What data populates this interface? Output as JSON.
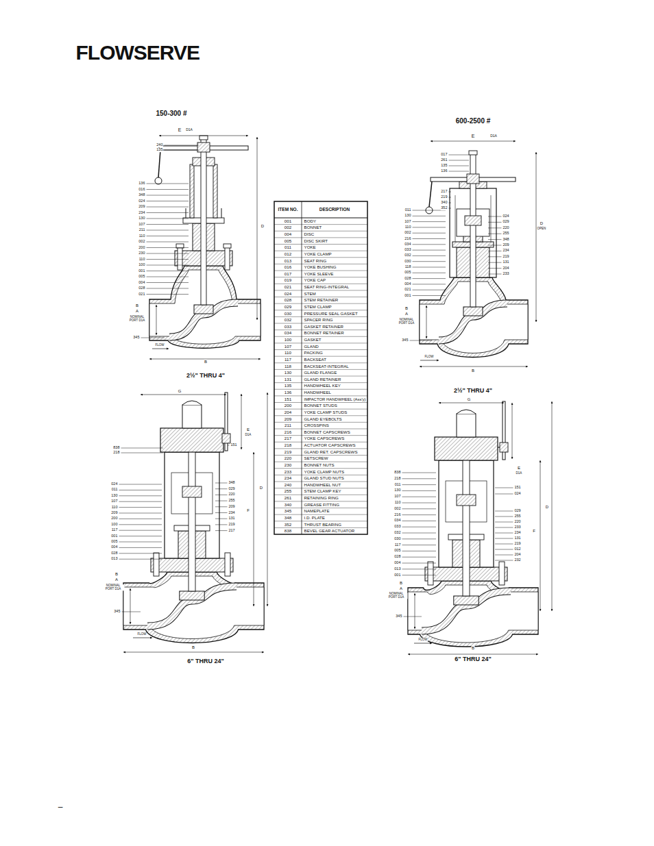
{
  "diagram": {
    "labels": [
      "FLOWSERVE",
      "150-300 #",
      "E",
      "D1A",
      "240",
      "135",
      "136",
      "016",
      "348",
      "024",
      "209",
      "234",
      "130",
      "107",
      "211",
      "110",
      "002",
      "200",
      "230",
      "110",
      "100",
      "001",
      "005",
      "004",
      "028",
      "021",
      "B",
      "A",
      "NOMINAL PORT D1A",
      "345",
      "FLOW",
      "B",
      "D",
      "2½\" THRU 4\"",
      "600-2500 #",
      "E",
      "D1A",
      "017",
      "261",
      "135",
      "136",
      "217",
      "219",
      "340",
      "352",
      "011",
      "130",
      "107",
      "110",
      "002",
      "216",
      "034",
      "033",
      "032",
      "030",
      "118",
      "005",
      "028",
      "004",
      "021",
      "001",
      "024",
      "029",
      "220",
      "255",
      "348",
      "209",
      "234",
      "219",
      "131",
      "204",
      "233",
      "D",
      "OPEN",
      "B",
      "A",
      "NOMINAL PORT D1A",
      "345",
      "FLOW",
      "B",
      "2½\" THRU 4\"",
      "G",
      "E",
      "D1A",
      "838",
      "218",
      "151",
      "024",
      "011",
      "130",
      "107",
      "110",
      "209",
      "200",
      "100",
      "117",
      "001",
      "005",
      "004",
      "028",
      "013",
      "348",
      "029",
      "220",
      "255",
      "209",
      "234",
      "131",
      "219",
      "217",
      "F",
      "D",
      "B",
      "A",
      "NOMINAL PORT D1A",
      "345",
      "FLOW",
      "B",
      "6\" THRU 24\"",
      "G",
      "E",
      "D1A",
      "838",
      "218",
      "011",
      "130",
      "107",
      "110",
      "002",
      "216",
      "034",
      "033",
      "032",
      "030",
      "117",
      "005",
      "028",
      "004",
      "013",
      "001",
      "151",
      "024",
      "029",
      "255",
      "220",
      "233",
      "234",
      "131",
      "219",
      "012",
      "204",
      "232",
      "D",
      "F",
      "B",
      "A",
      "NOMINAL PORT D1A",
      "345",
      "FLOW",
      "B",
      "6\" THRU 24\"",
      "ITEM NO.",
      "DESCRIPTION",
      "001",
      "BODY",
      "002",
      "BONNET",
      "004",
      "DISC",
      "005",
      "DISC SKIRT",
      "011",
      "YOKE",
      "012",
      "YOKE CLAMP",
      "013",
      "SEAT RING",
      "016",
      "YOKE BUSHING",
      "017",
      "YOKE SLEEVE",
      "019",
      "YOKE CAP",
      "021",
      "SEAT RING-INTEGRAL",
      "024",
      "STEM",
      "028",
      "STEM RETAINER",
      "029",
      "STEM CLAMP",
      "030",
      "PRESSURE SEAL GASKET",
      "032",
      "SPACER RING",
      "033",
      "GASKET RETAINER",
      "034",
      "BONNET RETAINER",
      "100",
      "GASKET",
      "107",
      "GLAND",
      "110",
      "PACKING",
      "117",
      "BACKSEAT",
      "118",
      "BACKSEAT-INTEGRAL",
      "130",
      "GLAND FLANGE",
      "131",
      "GLAND RETAINER",
      "135",
      "HANDWHEEL KEY",
      "136",
      "HANDWHEEL",
      "151",
      "IMPACTOR HANDWHEEL (Ass'y)",
      "200",
      "BONNET STUDS",
      "204",
      "YOKE CLAMP STUDS",
      "209",
      "GLAND EYEBOLTS",
      "211",
      "CROSSPINS",
      "216",
      "BONNET CAPSCREWS",
      "217",
      "YOKE CAPSCREWS",
      "218",
      "ACTUATOR CAPSCREWS",
      "219",
      "GLAND RET. CAPSCREWS",
      "220",
      "SETSCREW",
      "230",
      "BONNET NUTS",
      "233",
      "YOKE CLAMP NUTS",
      "234",
      "GLAND STUD NUTS",
      "240",
      "HANDWHEEL NUT",
      "255",
      "STEM CLAMP KEY",
      "261",
      "RETAINING RING",
      "340",
      "GREASE FITTING",
      "345",
      "NAMEPLATE",
      "348",
      "I.D. PLATE",
      "352",
      "THRUST BEARING",
      "838",
      "BEVEL GEAR ACTUATOR",
      "–"
    ]
  }
}
